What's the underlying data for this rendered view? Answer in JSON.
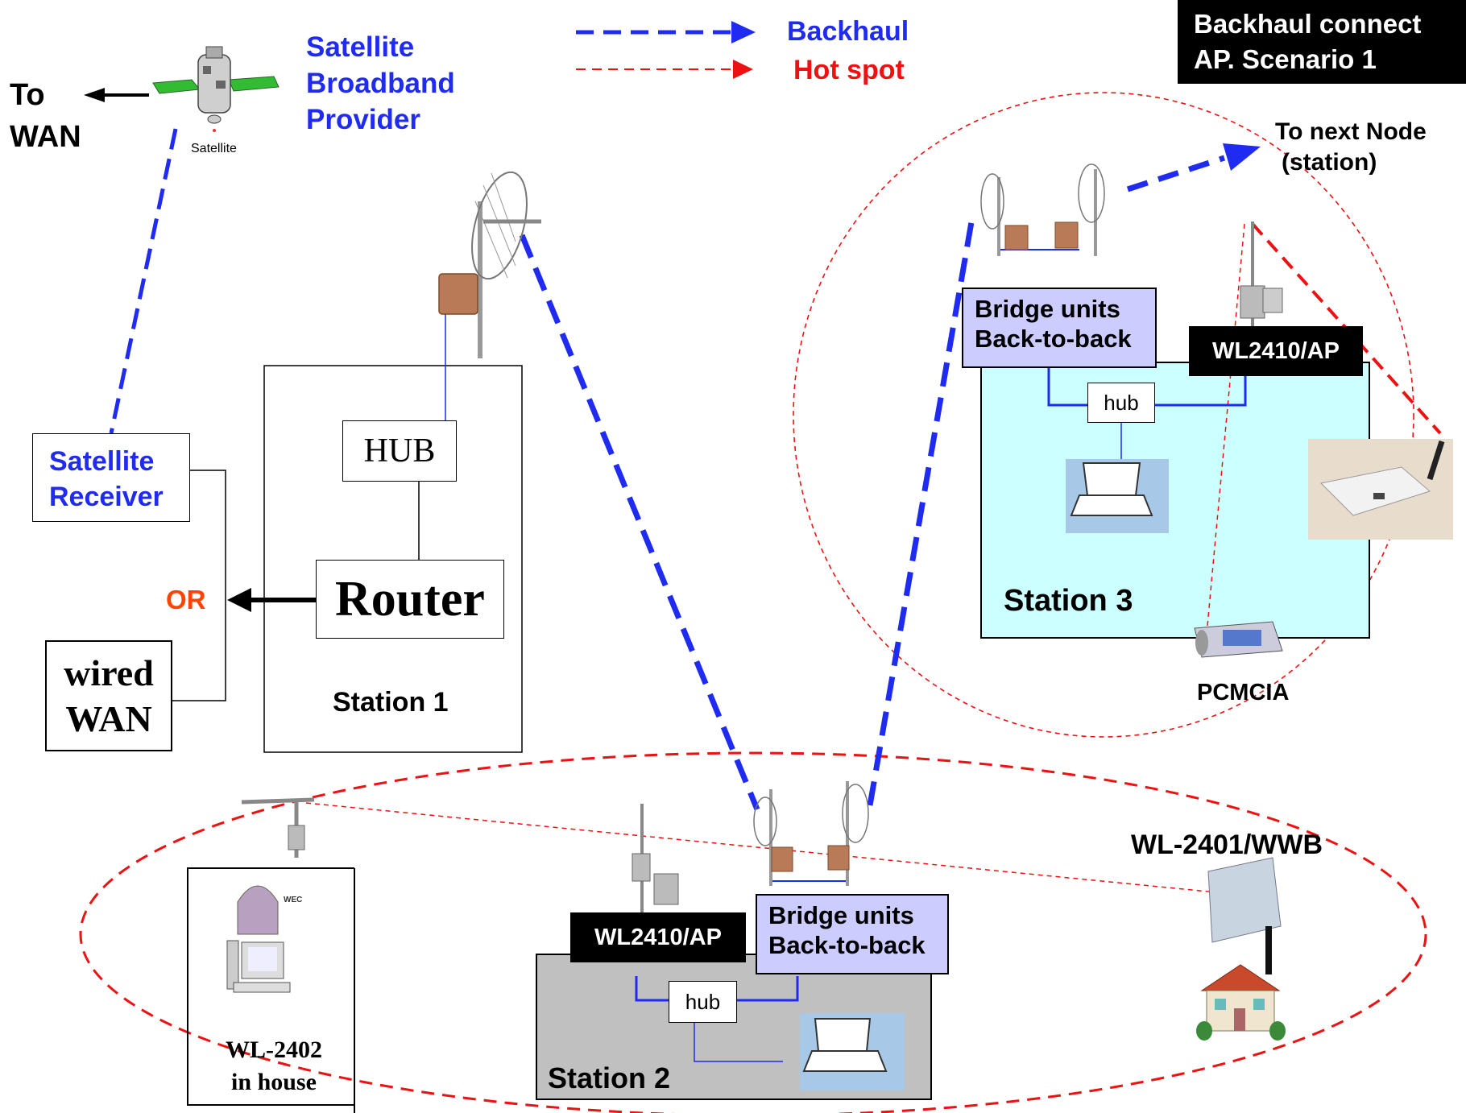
{
  "legend": {
    "backhaul": "Backhaul",
    "hotspot": "Hot spot",
    "backhaul_color": "#1f2bf0",
    "hotspot_color": "#ee1111"
  },
  "title_box": {
    "line1": "Backhaul connect",
    "line2": "AP. Scenario 1"
  },
  "satellite": {
    "to_wan_line1": "To",
    "to_wan_line2": "WAN",
    "icon_caption": "Satellite",
    "provider_line1": "Satellite",
    "provider_line2": "Broadband",
    "provider_line3": "Provider"
  },
  "station1": {
    "receiver_line1": "Satellite",
    "receiver_line2": "Receiver",
    "or_label": "OR",
    "wired_line1": "wired",
    "wired_line2": "WAN",
    "hub": "HUB",
    "router": "Router",
    "name": "Station 1"
  },
  "station3": {
    "to_next_line1": "To next Node",
    "to_next_line2": "(station)",
    "bridge_line1": "Bridge units",
    "bridge_line2": "Back-to-back",
    "ap": "WL2410/AP",
    "hub": "hub",
    "name": "Station 3",
    "pcmcia": "PCMCIA",
    "background": "#ccffff"
  },
  "station2": {
    "ap": "WL2410/AP",
    "bridge_line1": "Bridge units",
    "bridge_line2": "Back-to-back",
    "hub": "hub",
    "name": "Station 2",
    "background": "#c0c0c0"
  },
  "inhouse": {
    "line1": "WL-2402",
    "line2": "in house",
    "brand": "WEC"
  },
  "outdoor": {
    "label": "WL-2401/WWB"
  }
}
